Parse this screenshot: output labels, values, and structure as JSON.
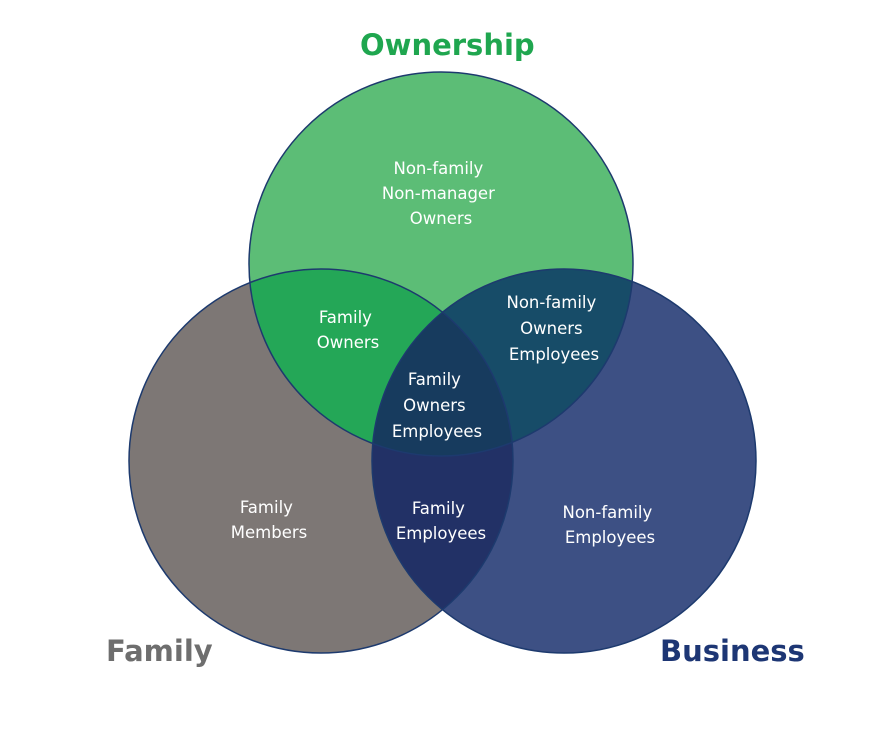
{
  "sets": [
    {
      "key": "ownership",
      "title": "Ownership",
      "color": "#1fa64f"
    },
    {
      "key": "family",
      "title": "Family",
      "color": "#6e6e6e"
    },
    {
      "key": "business",
      "title": "Business",
      "color": "#1d3674"
    }
  ],
  "regions": [
    {
      "key": "ownership_only",
      "lines": [
        "Non-family",
        "Non-manager",
        "Owners"
      ]
    },
    {
      "key": "family_ownership",
      "lines": [
        "Family",
        "Owners"
      ]
    },
    {
      "key": "ownership_business",
      "lines": [
        "Non-family",
        "Owners",
        "Employees"
      ]
    },
    {
      "key": "all_three",
      "lines": [
        "Family",
        "Owners",
        "Employees"
      ]
    },
    {
      "key": "family_only",
      "lines": [
        "Family",
        "Members"
      ]
    },
    {
      "key": "family_business",
      "lines": [
        "Family",
        "Employees"
      ]
    },
    {
      "key": "business_only",
      "lines": [
        "Non-family",
        "Employees"
      ]
    }
  ],
  "colors": {
    "ownership_fill": "#5cbd76",
    "family_fill": "#7d7775",
    "business_fill": "#3d5084",
    "family_ownership_fill": "#24a757",
    "ownership_business_fill": "#174c68",
    "family_business_fill": "#223166",
    "all_three_fill": "#173b5e",
    "outline": "#1d3a6e"
  }
}
